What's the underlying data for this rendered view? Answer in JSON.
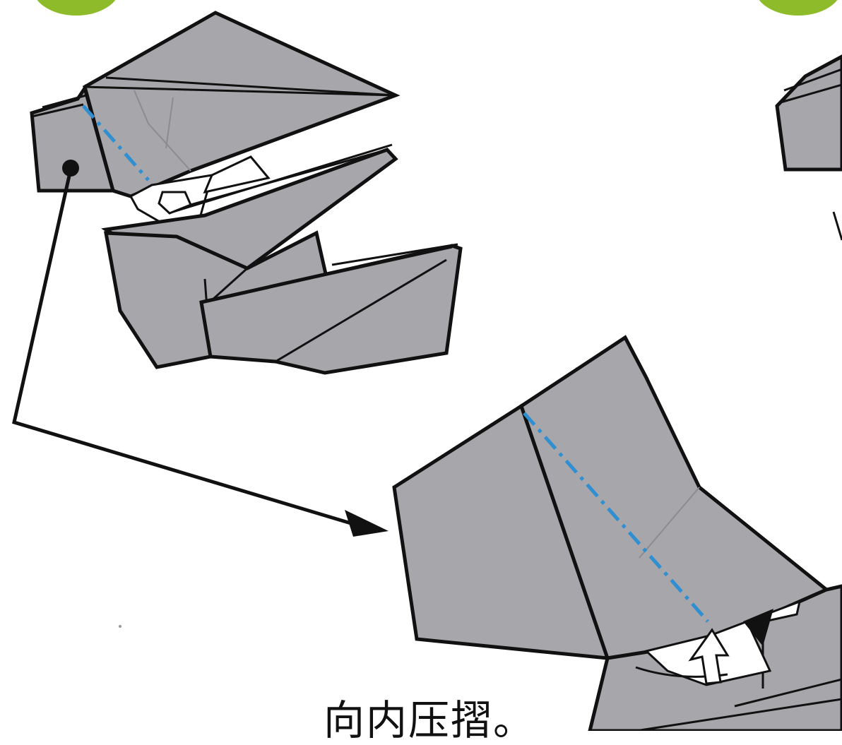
{
  "caption": "向内压摺。",
  "colors": {
    "paper": "#a7a6ab",
    "valley_fold_line": "#2f8fd0",
    "step_marker": "#8dbb2a",
    "outline": "#111111"
  },
  "diagram": {
    "fold_type": "inside reverse fold",
    "elements": [
      "origami-model-overview",
      "magnified-detail-view",
      "valley-fold-line",
      "leader-arrow",
      "push-arrow"
    ]
  }
}
